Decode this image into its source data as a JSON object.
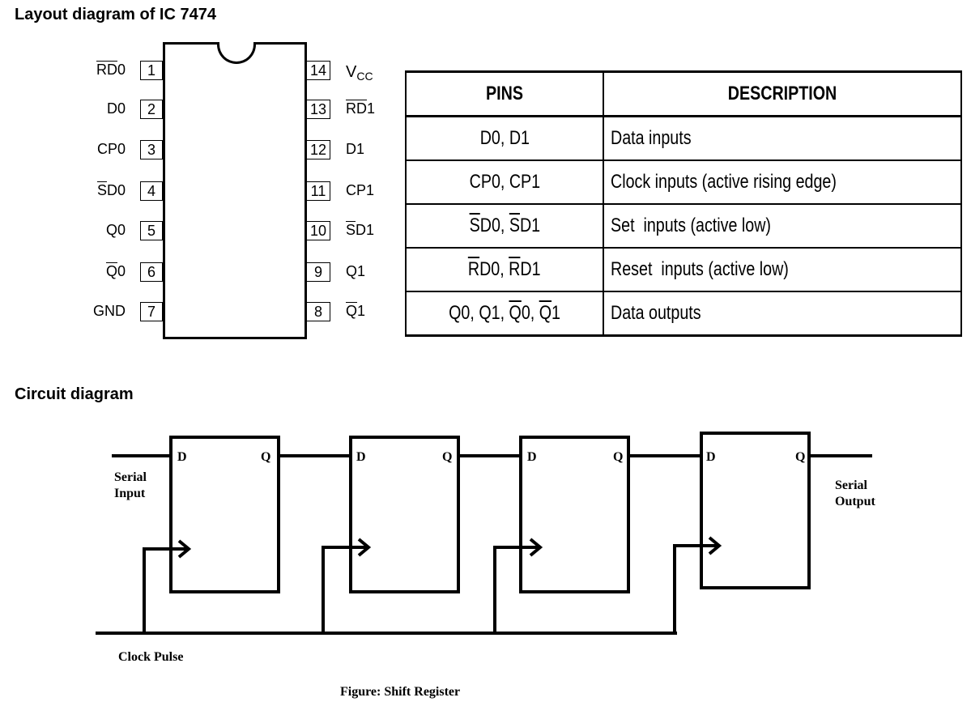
{
  "headings": {
    "layout": "Layout diagram of IC 7474",
    "circuit": "Circuit diagram"
  },
  "ic": {
    "left_pins": [
      {
        "num": "1",
        "label": "RD0",
        "overbar": "RD"
      },
      {
        "num": "2",
        "label": "D0",
        "overbar": ""
      },
      {
        "num": "3",
        "label": "CP0",
        "overbar": ""
      },
      {
        "num": "4",
        "label": "SD0",
        "overbar": "S"
      },
      {
        "num": "5",
        "label": "Q0",
        "overbar": ""
      },
      {
        "num": "6",
        "label": "Q0",
        "overbar": "Q"
      },
      {
        "num": "7",
        "label": "GND",
        "overbar": ""
      }
    ],
    "right_pins": [
      {
        "num": "14",
        "label": "VCC",
        "overbar": ""
      },
      {
        "num": "13",
        "label": "RD1",
        "overbar": "RD"
      },
      {
        "num": "12",
        "label": "D1",
        "overbar": ""
      },
      {
        "num": "11",
        "label": "CP1",
        "overbar": ""
      },
      {
        "num": "10",
        "label": "SD1",
        "overbar": "S"
      },
      {
        "num": "9",
        "label": "Q1",
        "overbar": ""
      },
      {
        "num": "8",
        "label": "Q1",
        "overbar": "Q"
      }
    ]
  },
  "pin_table": {
    "headers": [
      "PINS",
      "DESCRIPTION"
    ],
    "rows": [
      {
        "pins": "D0, D1",
        "description": "Data inputs"
      },
      {
        "pins": "CP0, CP1",
        "description": "Clock inputs (active rising edge)"
      },
      {
        "pins": "SD0, SD1",
        "description": "Set  inputs (active low)"
      },
      {
        "pins": "RD0, RD1",
        "description": "Reset  inputs (active low)"
      },
      {
        "pins": "Q0, Q1, Q0, Q1",
        "description": "Data outputs"
      }
    ]
  },
  "circuit": {
    "flip_flop": {
      "d_label": "D",
      "q_label": "Q"
    },
    "serial_input": [
      "Serial",
      "Input"
    ],
    "serial_output": [
      "Serial",
      "Output"
    ],
    "clock_label": "Clock Pulse",
    "caption": "Figure: Shift Register"
  }
}
